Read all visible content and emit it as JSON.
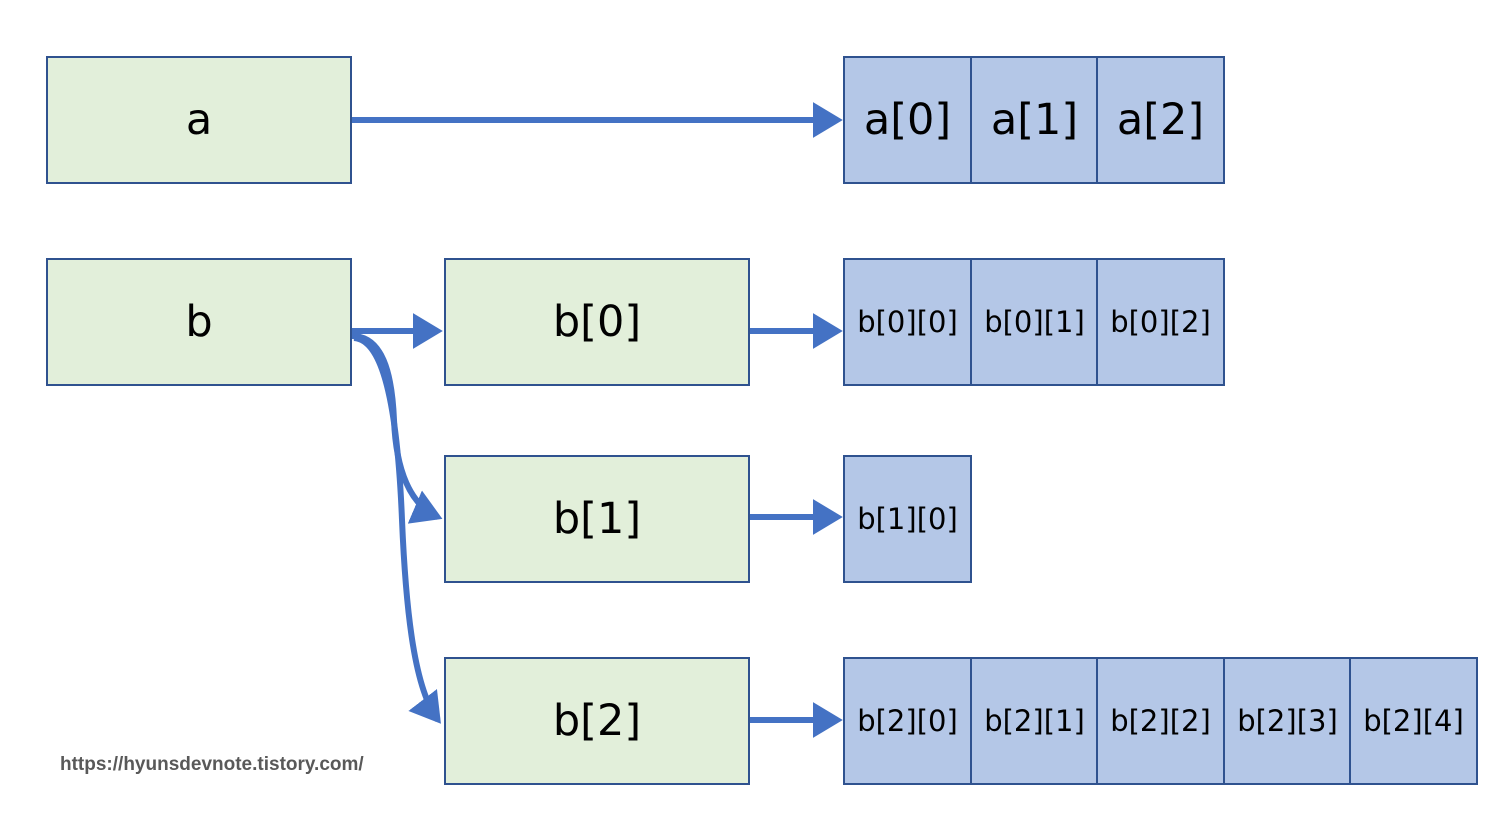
{
  "variables": {
    "a": "a",
    "b": "b"
  },
  "pointer_array": {
    "b0": "b[0]",
    "b1": "b[1]",
    "b2": "b[2]"
  },
  "arrays": {
    "a": [
      "a[0]",
      "a[1]",
      "a[2]"
    ],
    "b0": [
      "b[0][0]",
      "b[0][1]",
      "b[0][2]"
    ],
    "b1": [
      "b[1][0]"
    ],
    "b2": [
      "b[2][0]",
      "b[2][1]",
      "b[2][2]",
      "b[2][3]",
      "b[2][4]"
    ]
  },
  "watermark": "https://hyunsdevnote.tistory.com/",
  "colors": {
    "variable_fill": "#e2efda",
    "cell_fill": "#b4c7e7",
    "border": "#2f528f",
    "arrow": "#4472c4"
  }
}
